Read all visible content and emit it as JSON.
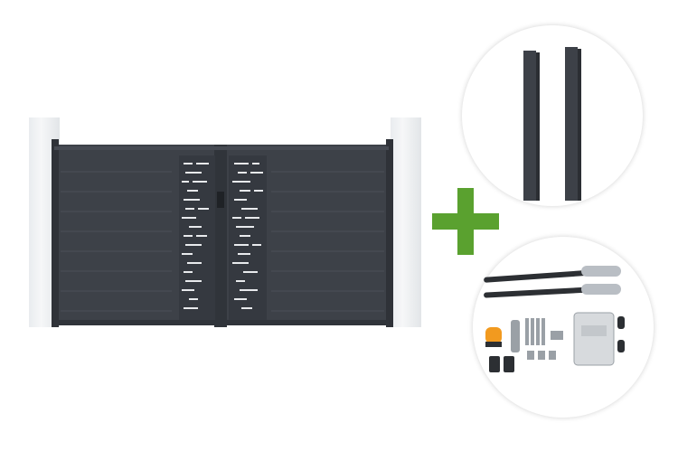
{
  "product": {
    "gate": {
      "icon": "double-swing-gate-image",
      "color": "#3d4148"
    },
    "posts": {
      "icon": "gate-posts-image",
      "color": "#3d4148"
    },
    "kit": {
      "icon": "motorization-kit-image"
    },
    "plus": {
      "icon": "plus-icon",
      "color": "#5aa12f"
    }
  }
}
